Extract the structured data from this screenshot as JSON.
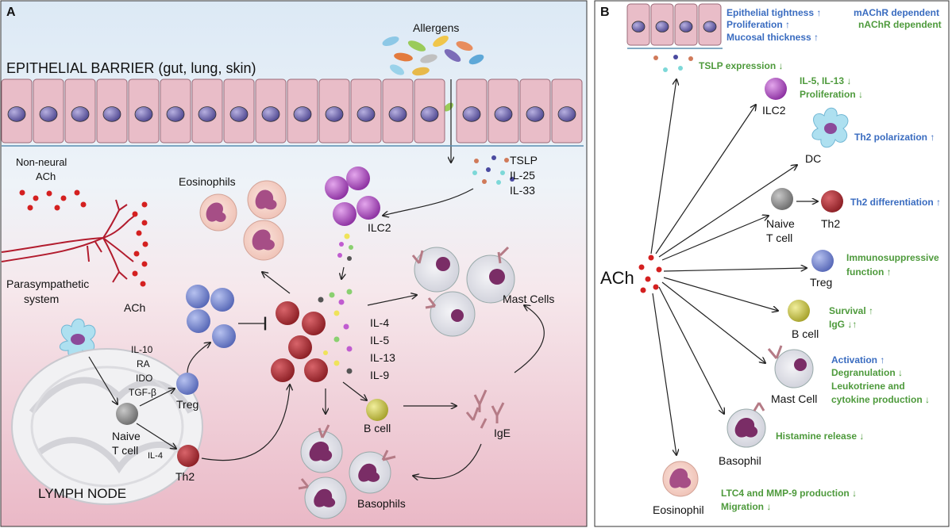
{
  "panel_a": {
    "letter": "A",
    "barrier_title": "EPITHELIAL BARRIER (gut, lung,  skin)",
    "allergens": "Allergens",
    "non_neural_1": "Non-neural",
    "non_neural_2": "ACh",
    "cytokines_top": [
      "TSLP",
      "IL-25",
      "IL-33"
    ],
    "eosinophils": "Eosinophils",
    "ilc2": "ILC2",
    "parasym_1": "Parasympathetic",
    "parasym_2": "system",
    "ach": "ACh",
    "mast_cells": "Mast Cells",
    "dc": "DC",
    "treg_signals": [
      "IL-10",
      "RA",
      "IDO",
      "TGF-β"
    ],
    "treg": "Treg",
    "naive_1": "Naive",
    "naive_2": "T cell",
    "il4_small": "IL-4",
    "th2": "Th2",
    "lymph_node": "LYMPH NODE",
    "cytokines_mid": [
      "IL-4",
      "IL-5",
      "IL-13",
      "IL-9"
    ],
    "b_cell": "B cell",
    "ige": "IgE",
    "basophils": "Basophils"
  },
  "panel_b": {
    "letter": "B",
    "ach": "ACh",
    "legend_m": "mAChR dependent",
    "legend_n": "nAChR dependent",
    "epithelial_effects": [
      {
        "text": "Epithelial tightness ↑",
        "color": "blue"
      },
      {
        "text": "Proliferation ↑",
        "color": "blue"
      },
      {
        "text": "Mucosal thickness ↑",
        "color": "blue"
      }
    ],
    "tslp": "TSLP expression ↓",
    "ilc2_label": "ILC2",
    "ilc2_effects": [
      "IL-5, IL-13 ↓",
      "Proliferation ↓"
    ],
    "dc_label": "DC",
    "dc_effect": "Th2 polarization ↑",
    "naive_1": "Naive",
    "naive_2": "T cell",
    "th2_label": "Th2",
    "th2_effect": "Th2 differentiation ↑",
    "treg_label": "Treg",
    "treg_effects": [
      "Immunosuppressive",
      "function ↑"
    ],
    "bcell_label": "B cell",
    "bcell_effects": [
      "Survival ↑",
      "IgG ↓↑"
    ],
    "mast_label": "Mast Cell",
    "mast_effects": [
      {
        "text": "Activation ↑",
        "color": "blue"
      },
      {
        "text": "Degranulation ↓",
        "color": "green"
      },
      {
        "text": "Leukotriene and",
        "color": "green"
      },
      {
        "text": "cytokine production ↓",
        "color": "green"
      }
    ],
    "basophil_label": "Basophil",
    "basophil_effect": "Histamine release ↓",
    "eosinophil_label": "Eosinophil",
    "eosinophil_effects": [
      "LTC4 and MMP-9 production ↓",
      "Migration ↓"
    ]
  },
  "colors": {
    "blue_text": "#3a6cc0",
    "green_text": "#4e9a3c",
    "ach_red": "#d42020",
    "epithelium": "#e9bdc8",
    "nucleus": "#6e64a8"
  }
}
